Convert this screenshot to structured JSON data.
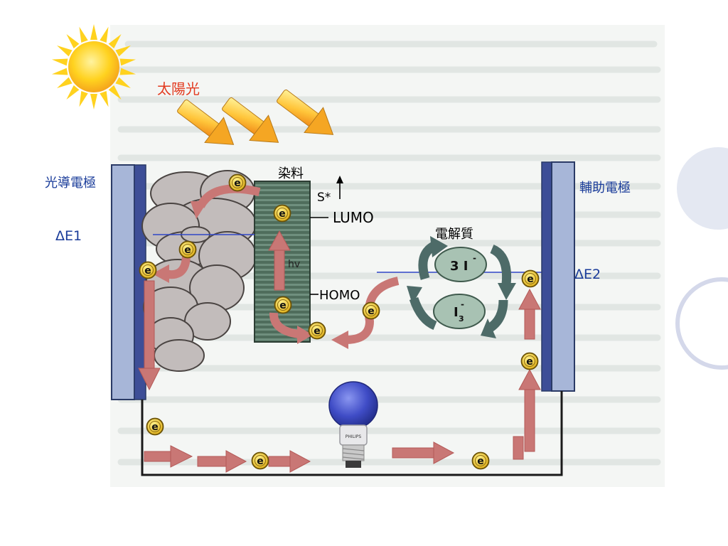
{
  "slide": {
    "title": "染料敏化太陽電池的原理"
  },
  "labels": {
    "sunlight": "太陽光",
    "photo_electrode": "光導電極",
    "counter_electrode": "輔助電極",
    "dye": "染料",
    "electrolyte": "電解質",
    "excited_state": "S*",
    "lumo": "LUMO",
    "homo": "HOMO",
    "hv": "hv",
    "delta_e1": "ΔE1",
    "delta_e2": "ΔE2",
    "triiodide_coef": "3 I",
    "triiodide_sup": "-",
    "iodide_base": "I",
    "iodide_sub": "3",
    "iodide_sup": "-",
    "electron": "e",
    "bulb_brand": "PHILIPS"
  },
  "colors": {
    "arrow_red": "#c97775",
    "electrode_blue": "#a7b6d8",
    "dye_green": "#567564",
    "electron_yellow": "#e8c22e",
    "cycle_arrow": "#4d6b68",
    "particle_gray": "#c2bcbb",
    "sun_yellow": "#ffd21f",
    "bulb_blue": "#3f4cc6",
    "sunlight_label": "#e23a1f"
  },
  "icons": [
    "sun-icon",
    "light-bulb-icon",
    "electron-icon"
  ]
}
